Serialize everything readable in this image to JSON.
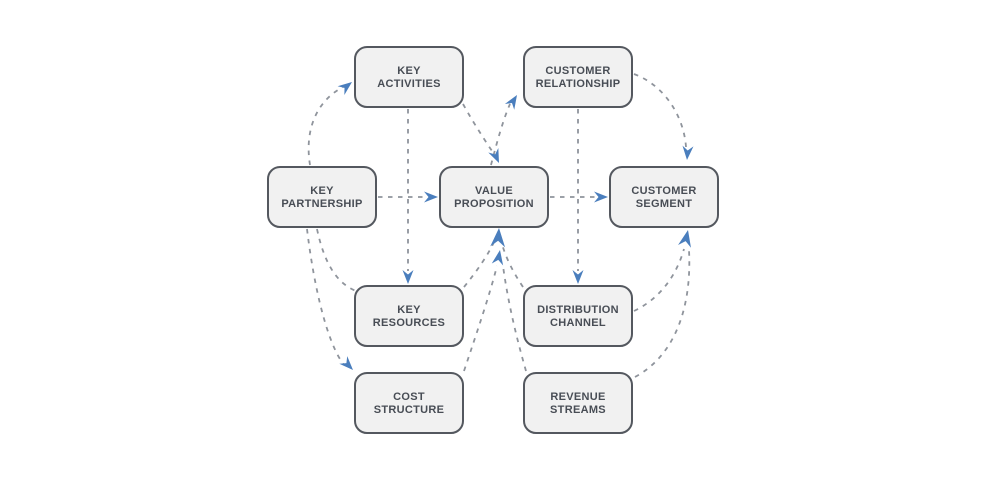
{
  "diagram_title": "Business Model Canvas flow diagram",
  "colors": {
    "background": "#ffffff",
    "box_fill": "#f1f1f1",
    "box_border": "#54585f",
    "label": "#484d55",
    "dash": "#8f949c",
    "arrow": "#4a7ebd"
  },
  "nodes": {
    "key_activities": {
      "line1": "KEY",
      "line2": "ACTIVITIES"
    },
    "customer_relationship": {
      "line1": "CUSTOMER",
      "line2": "RELATIONSHIP"
    },
    "key_partnership": {
      "line1": "KEY",
      "line2": "PARTNERSHIP"
    },
    "value_proposition": {
      "line1": "VALUE",
      "line2": "PROPOSITION"
    },
    "customer_segment": {
      "line1": "CUSTOMER",
      "line2": "SEGMENT"
    },
    "key_resources": {
      "line1": "KEY",
      "line2": "RESOURCES"
    },
    "distribution_channel": {
      "line1": "DISTRIBUTION",
      "line2": "CHANNEL"
    },
    "cost_structure": {
      "line1": "COST",
      "line2": "STRUCTURE"
    },
    "revenue_streams": {
      "line1": "REVENUE",
      "line2": "STREAMS"
    }
  },
  "edges": [
    {
      "from": "key-partnership",
      "to": "key-activities",
      "style": "dashed-curve",
      "arrow": true
    },
    {
      "from": "key-partnership",
      "to": "value-proposition",
      "style": "dashed-straight",
      "arrow": true
    },
    {
      "from": "key-partnership",
      "to": "key-resources",
      "style": "dashed-curve",
      "arrow": false
    },
    {
      "from": "key-partnership",
      "to": "cost-structure",
      "style": "dashed-curve",
      "arrow": true
    },
    {
      "from": "key-activities",
      "to": "key-resources",
      "style": "dashed-straight",
      "arrow": true
    },
    {
      "from": "key-activities",
      "to": "value-proposition",
      "style": "dashed-curve",
      "arrow": true
    },
    {
      "from": "value-proposition",
      "to": "customer-relationship",
      "style": "dashed-curve",
      "arrow": true
    },
    {
      "from": "value-proposition",
      "to": "customer-segment",
      "style": "dashed-straight",
      "arrow": true
    },
    {
      "from": "customer-relationship",
      "to": "distribution-channel",
      "style": "dashed-straight",
      "arrow": true
    },
    {
      "from": "customer-relationship",
      "to": "customer-segment",
      "style": "dashed-curve",
      "arrow": true
    },
    {
      "from": "key-resources",
      "to": "value-proposition",
      "style": "dashed-curve",
      "arrow": true
    },
    {
      "from": "distribution-channel",
      "to": "value-proposition",
      "style": "dashed-curve",
      "arrow": true
    },
    {
      "from": "cost-structure",
      "to": "value-proposition",
      "style": "dashed-curve",
      "arrow": true
    },
    {
      "from": "revenue-streams",
      "to": "value-proposition",
      "style": "dashed-curve",
      "arrow": true
    },
    {
      "from": "distribution-channel",
      "to": "customer-segment",
      "style": "dashed-curve",
      "arrow": true
    },
    {
      "from": "revenue-streams",
      "to": "customer-segment",
      "style": "dashed-curve",
      "arrow": true
    }
  ]
}
